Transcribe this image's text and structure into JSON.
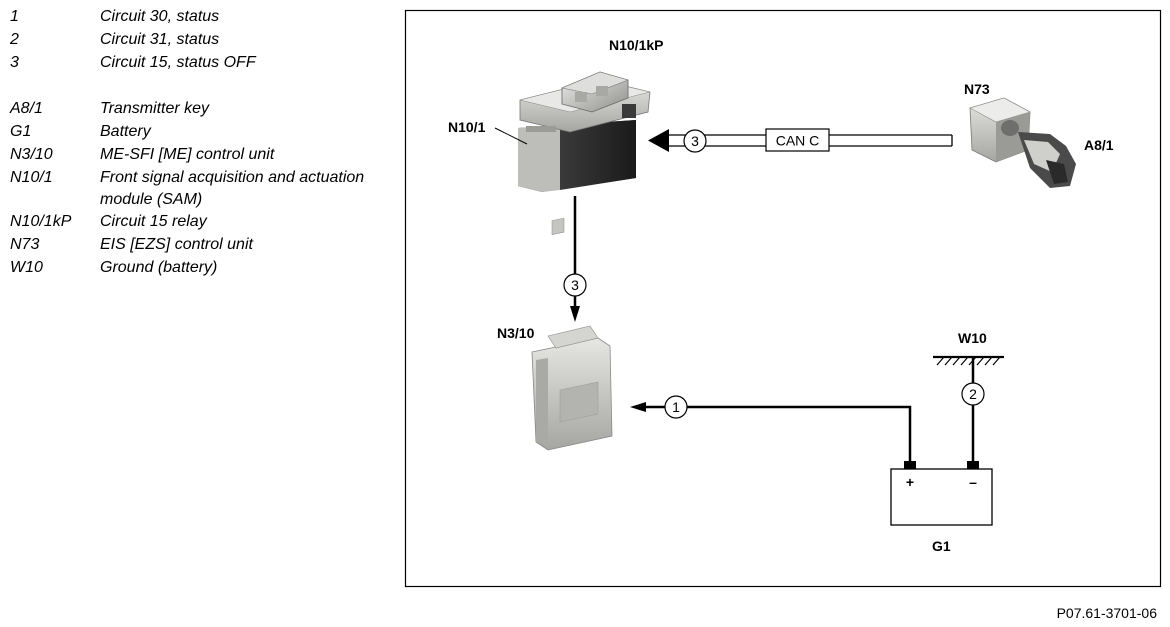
{
  "legend": [
    {
      "code": "1",
      "desc": "Circuit 30, status"
    },
    {
      "code": "2",
      "desc": "Circuit 31, status"
    },
    {
      "code": "3",
      "desc": "Circuit 15, status OFF"
    },
    {
      "code": "A8/1",
      "desc": "Transmitter key"
    },
    {
      "code": "G1",
      "desc": "Battery"
    },
    {
      "code": "N3/10",
      "desc": "ME-SFI [ME] control unit"
    },
    {
      "code": "N10/1",
      "desc": "Front signal acquisition and actuation module (SAM)"
    },
    {
      "code": "N10/1kP",
      "desc": "Circuit 15 relay"
    },
    {
      "code": "N73",
      "desc": "EIS [EZS] control unit"
    },
    {
      "code": "W10",
      "desc": "Ground (battery)"
    }
  ],
  "diagram": {
    "labels": {
      "n10_1kp": "N10/1kP",
      "n10_1": "N10/1",
      "n73": "N73",
      "a8_1": "A8/1",
      "n3_10": "N3/10",
      "w10": "W10",
      "g1": "G1"
    },
    "can_label": "CAN C",
    "circuit_markers": {
      "can_line": "3",
      "vertical_line": "3",
      "battery_plus_line": "1",
      "ground_line": "2"
    },
    "battery_terminals": {
      "plus": "+",
      "minus": "–"
    }
  },
  "figure_ref": "P07.61-3701-06"
}
